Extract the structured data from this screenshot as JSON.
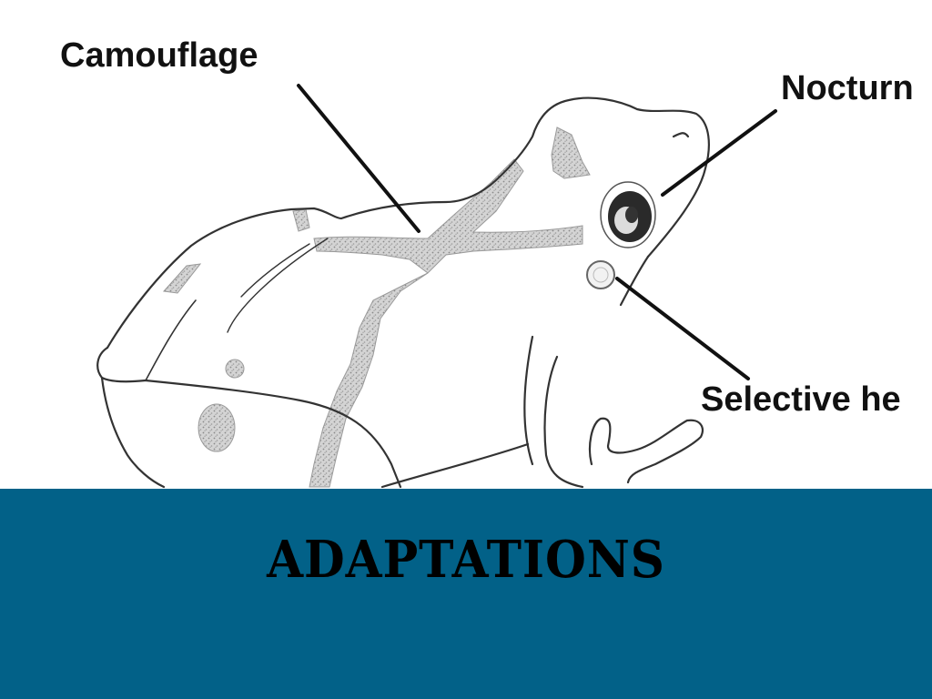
{
  "slide": {
    "title": "ADAPTATIONS",
    "band_color": "#026188",
    "background_color": "#ffffff"
  },
  "diagram": {
    "subject": "frog line drawing",
    "labels": [
      {
        "id": "camouflage",
        "text": "Camouflage"
      },
      {
        "id": "nocturnal",
        "text": "Nocturn"
      },
      {
        "id": "selective",
        "text": "Selective he"
      }
    ]
  }
}
